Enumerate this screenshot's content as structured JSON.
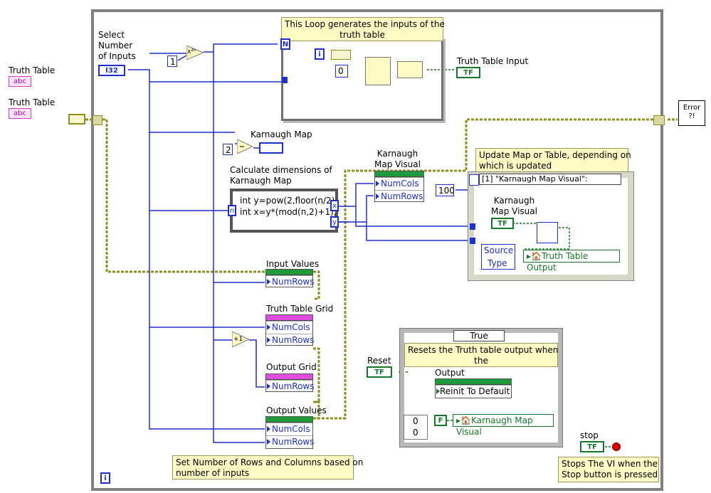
{
  "labels": {
    "truth_table_1": "Truth Table",
    "truth_table_2": "Truth Table",
    "select_inputs": "Select\nNumber\nof Inputs",
    "karnaugh_map": "Karnaugh Map",
    "calc_dims": "Calculate dimensions of\nKarnaugh Map",
    "karnaugh_visual_top": "Karnaugh\nMap Visual",
    "karnaugh_visual_case": "Karnaugh\nMap Visual",
    "truth_table_input": "Truth Table Input",
    "input_values": "Input Values",
    "truth_table_grid": "Truth Table Grid",
    "output_grid": "Output Grid",
    "output_values": "Output Values",
    "reset": "Reset",
    "output": "Output",
    "stop": "stop"
  },
  "notes": {
    "loop_note": "This Loop generates the inputs of the\ntruth table",
    "update_note": "Update Map or Table, depending on\nwhich is updated",
    "reset_note": "Resets the Truth table output when\nthe",
    "rows_cols_note": "Set Number of Rows and Columns based on\nnumber of inputs",
    "stop_note": "Stops The VI when the\nStop button is pressed"
  },
  "nodes": {
    "i32_terminal": "I32",
    "abc_1": "abc",
    "abc_2": "abc",
    "const_1": "1",
    "const_2": "2",
    "const_0": "0",
    "const_100": "100",
    "plus_one": "+1",
    "pow_symbol": "x²ⁿ",
    "loop_count": "N",
    "loop_index": "i",
    "main_index": "i",
    "tf_label": "TF",
    "f_const": "F",
    "zero_a": "0",
    "zero_b": "0",
    "error_text": "Error\n?!"
  },
  "formula": {
    "line1": "int y=pow(2,floor(n/2)",
    "line2": "int x=y*(mod(n,2)+1);",
    "in_n": "n",
    "out_x": "x",
    "out_y": "y"
  },
  "case_structures": {
    "event_selector": "[1] \"Karnaugh  Map Visual\":",
    "true_selector": "True"
  },
  "props": {
    "numcols": "NumCols",
    "numrows": "NumRows",
    "source": "Source",
    "type": "Type",
    "truth_table_output": "Truth Table Output",
    "reinit": "Reinit To Default",
    "karnaugh_map_visual_local": "Karnaugh  Map Visual"
  },
  "colors": {
    "wire_blue": "#1e2fd0",
    "wire_green": "#14782a",
    "wire_cluster": "#8f8f20",
    "note_bg": "#fff9c4",
    "frame_gray": "#808080"
  }
}
